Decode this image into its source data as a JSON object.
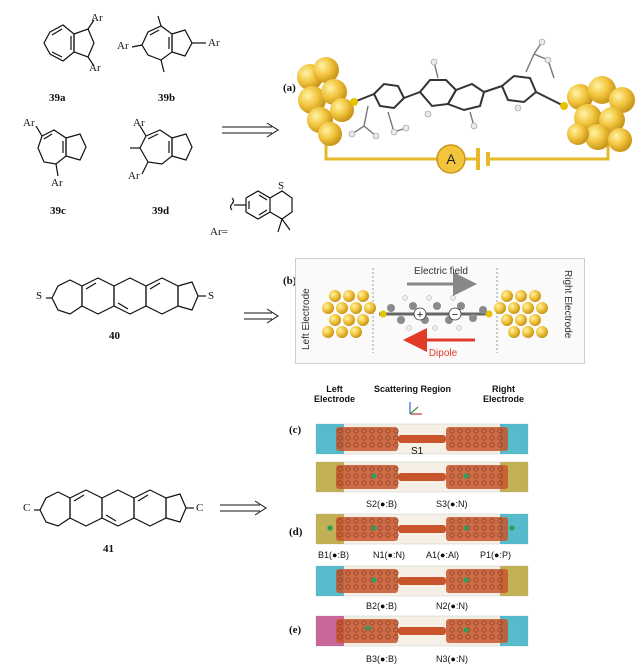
{
  "structures": {
    "c39a": "39a",
    "c39b": "39b",
    "c39c": "39c",
    "c39d": "39d",
    "ar": "Ar",
    "ar_def": "Ar=",
    "c40": "40",
    "c41": "41",
    "s": "S",
    "c": "C"
  },
  "panels": {
    "a": "(a)",
    "b": "(b)",
    "c": "(c)",
    "d": "(d)",
    "e": "(e)"
  },
  "panel_a": {
    "ammeter": "A"
  },
  "panel_b": {
    "left_electrode": "Left Electrode",
    "right_electrode": "Right Electrode",
    "electric_field": "Electric field",
    "dipole": "Dipole"
  },
  "panel_c": {
    "left_electrode": "Left\nElectrode",
    "scattering_region": "Scattering Region",
    "right_electrode": "Right\nElectrode",
    "s1": "S1"
  },
  "panel_d": {
    "s2": "S2(●:B)",
    "s3": "S3(●:N)",
    "b1": "B1(●:B)",
    "n1": "N1(●:N)",
    "a1": "A1(●:Al)",
    "p1": "P1(●:P)",
    "b2": "B2(●:B)",
    "n2": "N2(●:N)"
  },
  "panel_e": {
    "b3": "B3(●:B)",
    "n3": "N3(●:N)"
  },
  "colors": {
    "gold": "#f2c53d",
    "gold_dark": "#c9961a",
    "dipole_red": "#e23b2a",
    "cyan_electrode": "#39b3c6",
    "olive_electrode": "#b8a43c",
    "magenta_electrode": "#c0508a",
    "molecule_orange": "#c8552c",
    "dopant_green": "#2e9e5b"
  }
}
